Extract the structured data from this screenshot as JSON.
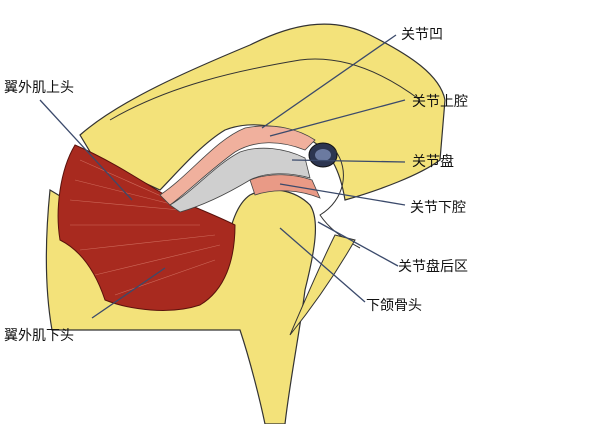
{
  "labels": {
    "articular_fossa": "关节凹",
    "lpm_superior_head": "翼外肌上头",
    "superior_joint_cavity": "关节上腔",
    "articular_disc": "关节盘",
    "inferior_joint_cavity": "关节下腔",
    "retrodiscal_tissue": "关节盘后区",
    "condyle": "下颌骨头",
    "lpm_inferior_head": "翼外肌下头"
  },
  "colors": {
    "bone": "#f3e27a",
    "muscle": "#a82a1f",
    "disc": "#e99a86",
    "cavity": "#c9c9c9",
    "leader": "#3b4a6b"
  }
}
